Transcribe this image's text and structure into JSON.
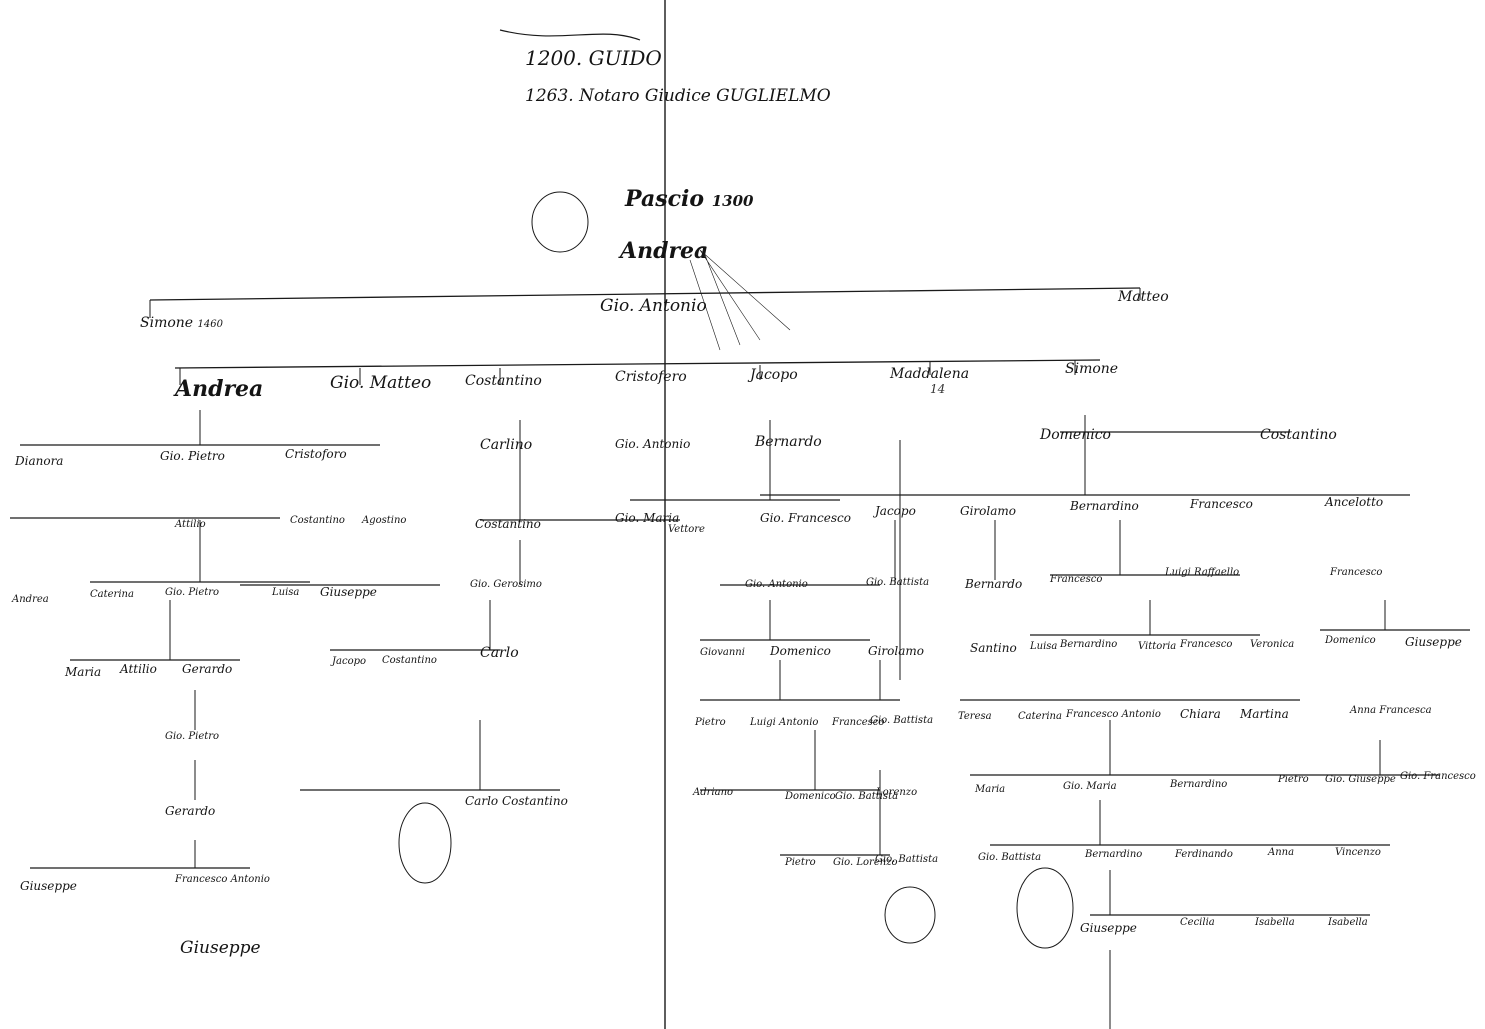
{
  "header": {
    "line1": "1200. GUIDO",
    "line2": "1263. Notaro Giudice GUGLIELMO"
  },
  "nodes": [
    {
      "id": "pascio",
      "label": "Pascio",
      "sub": "1300"
    },
    {
      "id": "andrea1",
      "label": "Andrea"
    },
    {
      "id": "gio_antonio",
      "label": "Gio. Antonio"
    },
    {
      "id": "simone1",
      "label": "Simone",
      "sub": "1460"
    },
    {
      "id": "matteo1",
      "label": "Matteo"
    },
    {
      "id": "andrea2",
      "label": "Andrea"
    },
    {
      "id": "gio_matteo",
      "label": "Gio. Matteo"
    },
    {
      "id": "costantino1",
      "label": "Costantino"
    },
    {
      "id": "cristofero",
      "label": "Cristofero"
    },
    {
      "id": "jacopo",
      "label": "Jacopo"
    },
    {
      "id": "maddalena",
      "label": "Maddalena",
      "sub": "14"
    },
    {
      "id": "simone2",
      "label": "Simone"
    },
    {
      "id": "dianora",
      "label": "Dianora"
    },
    {
      "id": "gio_pietro1",
      "label": "Gio. Pietro"
    },
    {
      "id": "cristoforo2",
      "label": "Cristoforo"
    },
    {
      "id": "carlino",
      "label": "Carlino"
    },
    {
      "id": "gio_antonio2",
      "label": "Gio. Antonio"
    },
    {
      "id": "bernardo1",
      "label": "Bernardo"
    },
    {
      "id": "domenico1",
      "label": "Domenico"
    },
    {
      "id": "costantino2",
      "label": "Costantino"
    },
    {
      "id": "attilio1",
      "label": "Attilio"
    },
    {
      "id": "costantino3",
      "label": "Costantino"
    },
    {
      "id": "agostino",
      "label": "Agostino"
    },
    {
      "id": "costantino4",
      "label": "Costantino"
    },
    {
      "id": "gio_maria",
      "label": "Gio. Maria"
    },
    {
      "id": "vettore",
      "label": "Vettore"
    },
    {
      "id": "gio_francesco1",
      "label": "Gio. Francesco"
    },
    {
      "id": "jacopo2",
      "label": "Jacopo"
    },
    {
      "id": "girolamo",
      "label": "Girolamo"
    },
    {
      "id": "bernardino1",
      "label": "Bernardino"
    },
    {
      "id": "francesco1",
      "label": "Francesco"
    },
    {
      "id": "ancelotto",
      "label": "Ancelotto"
    },
    {
      "id": "andrea3",
      "label": "Andrea"
    },
    {
      "id": "caterina",
      "label": "Caterina"
    },
    {
      "id": "gio_pietro2",
      "label": "Gio. Pietro"
    },
    {
      "id": "luisa",
      "label": "Luisa"
    },
    {
      "id": "giuseppe1",
      "label": "Giuseppe"
    },
    {
      "id": "gio_gerosimo",
      "label": "Gio. Gerosimo"
    },
    {
      "id": "gio_antonio3",
      "label": "Gio. Antonio"
    },
    {
      "id": "gio_battista1",
      "label": "Gio. Battista"
    },
    {
      "id": "bernardo2",
      "label": "Bernardo"
    },
    {
      "id": "francesco2",
      "label": "Francesco"
    },
    {
      "id": "luigi_raffaello",
      "label": "Luigi Raffaello"
    },
    {
      "id": "francesco3",
      "label": "Francesco"
    },
    {
      "id": "maria1",
      "label": "Maria"
    },
    {
      "id": "attilio2",
      "label": "Attilio"
    },
    {
      "id": "gerardo1",
      "label": "Gerardo"
    },
    {
      "id": "jacopo3",
      "label": "Jacopo"
    },
    {
      "id": "costantino5",
      "label": "Costantino"
    },
    {
      "id": "carlo1",
      "label": "Carlo"
    },
    {
      "id": "giovanni",
      "label": "Giovanni"
    },
    {
      "id": "domenico2",
      "label": "Domenico"
    },
    {
      "id": "girolamo2",
      "label": "Girolamo"
    },
    {
      "id": "santino",
      "label": "Santino"
    },
    {
      "id": "luisa2",
      "label": "Luisa"
    },
    {
      "id": "bernardino2",
      "label": "Bernardino"
    },
    {
      "id": "vittoria",
      "label": "Vittoria"
    },
    {
      "id": "francesco4",
      "label": "Francesco"
    },
    {
      "id": "veronica",
      "label": "Veronica"
    },
    {
      "id": "domenico3",
      "label": "Domenico"
    },
    {
      "id": "giuseppe2",
      "label": "Giuseppe"
    },
    {
      "id": "anna1",
      "label": "Anna Francesca"
    },
    {
      "id": "gio_pietro3",
      "label": "Gio. Pietro"
    },
    {
      "id": "gerardo2",
      "label": "Gerardo"
    },
    {
      "id": "francesco_antonio",
      "label": "Francesco Antonio"
    },
    {
      "id": "giuseppe3",
      "label": "Giuseppe"
    },
    {
      "id": "giuseppe4",
      "label": "Giuseppe"
    },
    {
      "id": "carlo_costantino",
      "label": "Carlo Costantino"
    },
    {
      "id": "pietro",
      "label": "Pietro"
    },
    {
      "id": "luigi_antonio",
      "label": "Luigi Antonio"
    },
    {
      "id": "francesco5",
      "label": "Francesco"
    },
    {
      "id": "gio_battista2",
      "label": "Gio. Battista"
    },
    {
      "id": "teresa",
      "label": "Teresa"
    },
    {
      "id": "caterina2",
      "label": "Caterina"
    },
    {
      "id": "francesco_antonio2",
      "label": "Francesco Antonio"
    },
    {
      "id": "chiara",
      "label": "Chiara"
    },
    {
      "id": "martina",
      "label": "Martina"
    },
    {
      "id": "adriano",
      "label": "Adriano"
    },
    {
      "id": "domenico4",
      "label": "Domenico"
    },
    {
      "id": "gio_battista3",
      "label": "Gio. Battista"
    },
    {
      "id": "lorenzo",
      "label": "Lorenzo"
    },
    {
      "id": "maria2",
      "label": "Maria"
    },
    {
      "id": "gio_maria2",
      "label": "Gio. Maria"
    },
    {
      "id": "bernardino3",
      "label": "Bernardino"
    },
    {
      "id": "pietro2",
      "label": "Pietro"
    },
    {
      "id": "gio_giuseppe",
      "label": "Gio. Giuseppe"
    },
    {
      "id": "gio_francesco2",
      "label": "Gio. Francesco"
    },
    {
      "id": "pietro3",
      "label": "Pietro"
    },
    {
      "id": "gio_lorenzo",
      "label": "Gio. Lorenzo"
    },
    {
      "id": "gio_battista4",
      "label": "Gio. Battista"
    },
    {
      "id": "gio_battista5",
      "label": "Gio. Battista"
    },
    {
      "id": "bernardino4",
      "label": "Bernardino"
    },
    {
      "id": "ferdinando",
      "label": "Ferdinando"
    },
    {
      "id": "anna2",
      "label": "Anna"
    },
    {
      "id": "vincenzo",
      "label": "Vincenzo"
    },
    {
      "id": "giuseppe5",
      "label": "Giuseppe"
    },
    {
      "id": "cecilia",
      "label": "Cecilia"
    },
    {
      "id": "isabella1",
      "label": "Isabella"
    },
    {
      "id": "isabella2",
      "label": "Isabella"
    }
  ]
}
